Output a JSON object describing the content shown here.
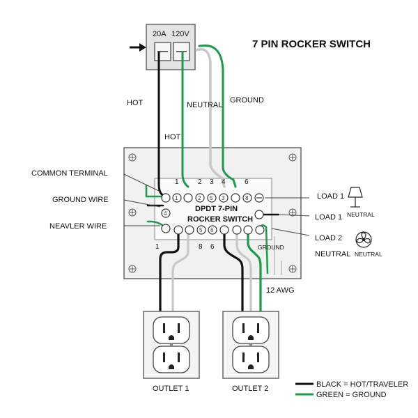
{
  "title": "7 PIN ROCKER SWITCH",
  "breaker": {
    "amps": "20A",
    "volts": "120V"
  },
  "labels": {
    "hot_top": "HOT",
    "hot_mid": "HOT",
    "neutral": "NEUTRAL",
    "ground": "GROUND",
    "common_terminal": "COMMON TERMINAL",
    "ground_wire": "GROUND WIRE",
    "neavler_wire": "NEAVLER WIRE",
    "load1_a": "LOAD 1",
    "load1_b": "LOAD 1",
    "load2": "LOAD 2",
    "neutral_right": "NEUTRAL",
    "lamp_neutral": "NEUTRAL",
    "fan_neutral": "NEUTRAL",
    "ground_small": "GROUND",
    "awg": "12 AWG",
    "outlet1": "OUTLET 1",
    "outlet2": "OUTLET 2"
  },
  "switch": {
    "title_line1": "DPDT 7-PIN",
    "title_line2": "ROCKER SWITCH",
    "top_numbers": [
      "1",
      "2",
      "3",
      "4",
      "6"
    ],
    "bottom_numbers": [
      "1",
      "8",
      "6"
    ],
    "side_pin": "4",
    "top_pins": [
      "1",
      "2",
      "5",
      "3",
      "8"
    ],
    "bottom_pins": [
      "5",
      "6"
    ]
  },
  "legend": [
    {
      "text": "BLACK = HOT/TRAVELER",
      "color": "#111111"
    },
    {
      "text": "GREEN = GROUND",
      "color": "#1a9a4a"
    }
  ],
  "colors": {
    "black": "#111111",
    "green": "#1a9a4a",
    "white_wire": "#c8c8c8"
  }
}
